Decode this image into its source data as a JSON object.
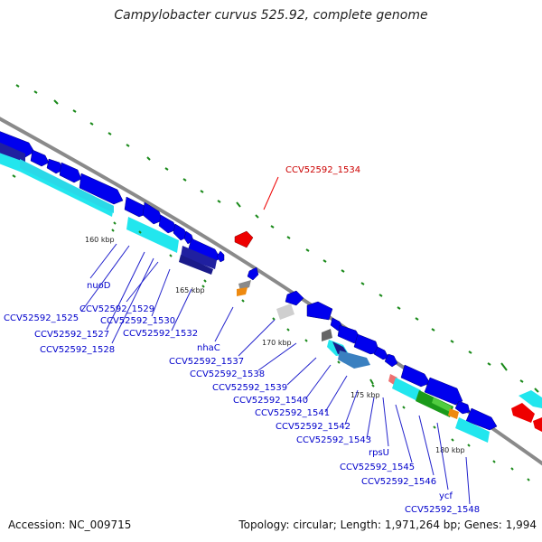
{
  "title": "Campylobacter curvus 525.92, complete genome",
  "accession_text": "Accession: NC_009715",
  "summary_text": "Topology: circular; Length: 1,971,264 bp; Genes: 1,994",
  "colors": {
    "backbone": "#8a8a8a",
    "cds_forward": "#0000ee",
    "cds_dark": "#1a1a8a",
    "feature_cyan": "#22e6ee",
    "highlight": "#ee0000",
    "gc_green": "#1a8a1a",
    "label": "#0000cc",
    "label_highlight": "#cc0000"
  },
  "highlight_gene": "CCV52592_1534",
  "gene_labels": [
    "nuoD",
    "CCV52592_1525",
    "CCV52592_1527",
    "CCV52592_1528",
    "CCV52592_1529",
    "CCV52592_1530",
    "CCV52592_1532",
    "nhaC",
    "CCV52592_1537",
    "CCV52592_1538",
    "CCV52592_1539",
    "CCV52592_1540",
    "CCV52592_1541",
    "CCV52592_1542",
    "CCV52592_1543",
    "rpsU",
    "CCV52592_1545",
    "CCV52592_1546",
    "ycf",
    "CCV52592_1548"
  ],
  "scale_ticks": [
    "160 kbp",
    "165 kbp",
    "170 kbp",
    "175 kbp",
    "180 kbp"
  ]
}
